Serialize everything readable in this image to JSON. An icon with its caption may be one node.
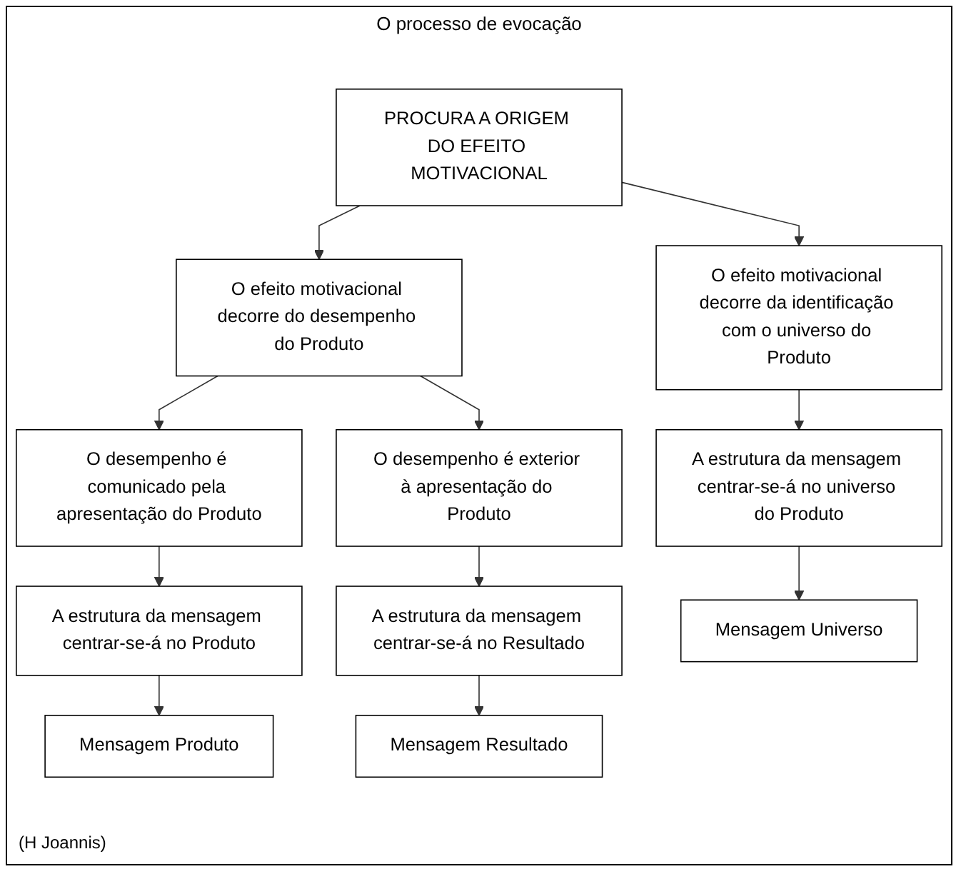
{
  "diagram": {
    "title": "O processo de evocação",
    "nodes": [
      {
        "text": [
          "PROCURA A ORIGEM DO EFEITO MOTIVACIONAL"
        ]
      },
      {
        "text": [
          "O efeito motivacional decorre do desempenho do Produto"
        ]
      },
      {
        "text": [
          "O efeito motivacional decorre da identificação com o universo do Produto"
        ]
      },
      {
        "text": [
          "O desempenho é comunicado pela apresentação do Produto"
        ]
      },
      {
        "text": [
          "O desempenho é exterior à apresentação do Produto"
        ]
      },
      {
        "text": [
          "A estrutura da mensagem centrar-se-á no Produto"
        ]
      },
      {
        "text": [
          "A estrutura da mensagem centrar-se-á no Resultado"
        ]
      },
      {
        "text": [
          "A estrutura da mensagem centrar-se-á no universo do Produto"
        ]
      },
      {
        "text": [
          "Mensagem Produto"
        ]
      },
      {
        "text": [
          "Mensagem Resultado"
        ]
      },
      {
        "text": [
          "Mensagem Universo"
        ]
      }
    ],
    "edges": [
      {
        "from": 0,
        "to": 1,
        "arrow": "to"
      },
      {
        "from": 0,
        "to": 2,
        "arrow": "to"
      },
      {
        "from": 1,
        "to": 3,
        "arrow": "to"
      },
      {
        "from": 1,
        "to": 4,
        "arrow": "to"
      },
      {
        "from": 3,
        "to": 5,
        "arrow": "to"
      },
      {
        "from": 4,
        "to": 6,
        "arrow": "to"
      },
      {
        "from": 2,
        "to": 7,
        "arrow": "to"
      },
      {
        "from": 5,
        "to": 8,
        "arrow": "to"
      },
      {
        "from": 6,
        "to": 9,
        "arrow": "to"
      },
      {
        "from": 7,
        "to": 10,
        "arrow": "to"
      }
    ],
    "labels": [
      "(H Joannis)"
    ]
  }
}
